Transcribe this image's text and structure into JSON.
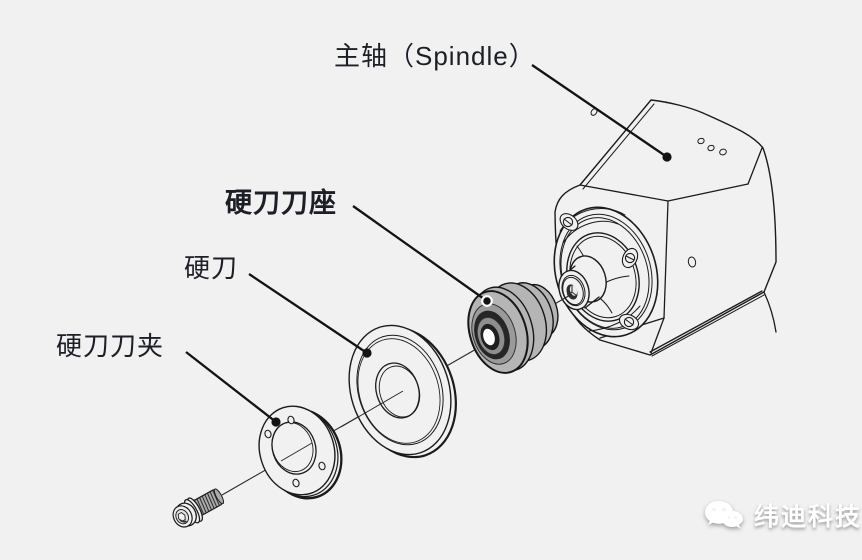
{
  "title": "Spindle tooling exploded-view diagram",
  "labels": {
    "spindle": "主轴（Spindle）",
    "tool_seat": "硬刀刀座",
    "blade": "硬刀",
    "clamp": "硬刀刀夹"
  },
  "parts": [
    {
      "id": "spindle",
      "label": "主轴（Spindle）",
      "style": "outline line-art"
    },
    {
      "id": "tool_seat",
      "label": "硬刀刀座",
      "style": "gray shaded pulley"
    },
    {
      "id": "blade",
      "label": "硬刀",
      "style": "outline ring disc"
    },
    {
      "id": "clamp",
      "label": "硬刀刀夹",
      "style": "outline flange ring with bolt holes"
    },
    {
      "id": "bolt",
      "label": "",
      "style": "socket-head screw with washer and threads"
    }
  ],
  "watermark": {
    "brand": "纬迪科技",
    "logo": "wechat-icon"
  },
  "colors": {
    "background": "#f1f1f2",
    "line": "#1b1b1b",
    "label_text": "#1c1f26",
    "shaded_part": "#b5b5b5",
    "groove_dark": "#262626",
    "watermark_white": "#ffffff"
  }
}
